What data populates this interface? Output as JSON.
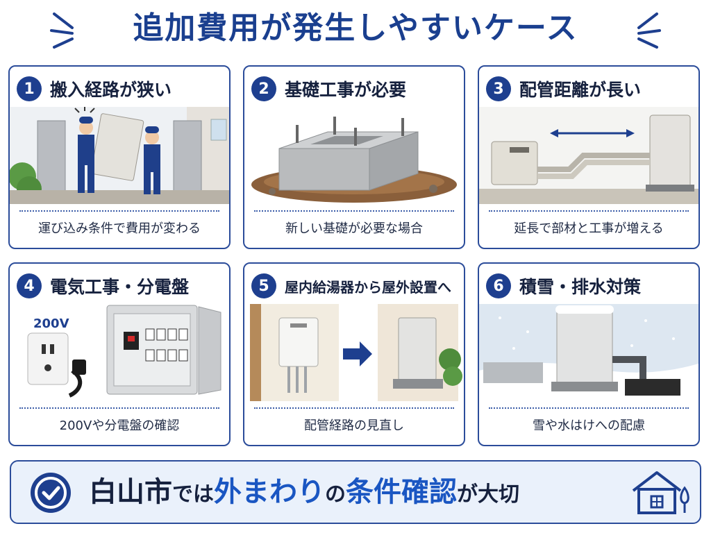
{
  "title": "追加費用が発生しやすいケース",
  "cards": [
    {
      "num": "1",
      "title": "搬入経路が狭い",
      "caption": "運び込み条件で費用が変わる",
      "icon": "movers-carrying-unit"
    },
    {
      "num": "2",
      "title": "基礎工事が必要",
      "caption": "新しい基礎が必要な場合",
      "icon": "concrete-foundation"
    },
    {
      "num": "3",
      "title": "配管距離が長い",
      "caption": "延長で部材と工事が増える",
      "icon": "long-piping"
    },
    {
      "num": "4",
      "title": "電気工事・分電盤",
      "caption": "200Vや分電盤の確認",
      "label_200v": "200V",
      "icon": "breaker-panel"
    },
    {
      "num": "5",
      "title": "屋内給湯器から屋外設置へ",
      "caption": "配管経路の見直し",
      "icon": "indoor-to-outdoor"
    },
    {
      "num": "6",
      "title": "積雪・排水対策",
      "caption": "雪や水はけへの配慮",
      "icon": "snow-drain"
    }
  ],
  "banner": {
    "p1": "白山市",
    "p2": "では",
    "p3": "外まわり",
    "p4": "の",
    "p5": "条件確認",
    "p6": "が大切"
  },
  "colors": {
    "primary": "#1e3f8f",
    "accent": "#1a56c2",
    "banner_bg": "#eaf1fb"
  }
}
